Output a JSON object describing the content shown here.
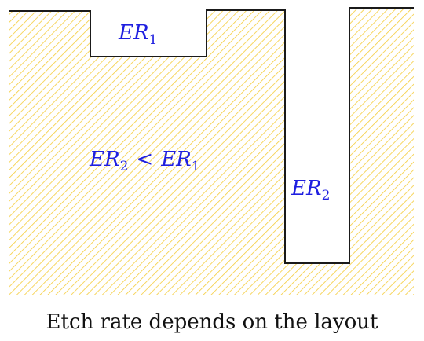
{
  "colors": {
    "hatch": "#f5cc3a",
    "outline": "#1a1a1a",
    "label": "#1f1fe0",
    "caption": "#111111"
  },
  "labels": {
    "trench_shallow": {
      "main": "ER",
      "sub": "1"
    },
    "trench_deep": {
      "main": "ER",
      "sub": "2"
    },
    "comparison": {
      "left_main": "ER",
      "left_sub": "2",
      "operator": "<",
      "right_main": "ER",
      "right_sub": "1"
    }
  },
  "caption": "Etch rate depends on the layout"
}
